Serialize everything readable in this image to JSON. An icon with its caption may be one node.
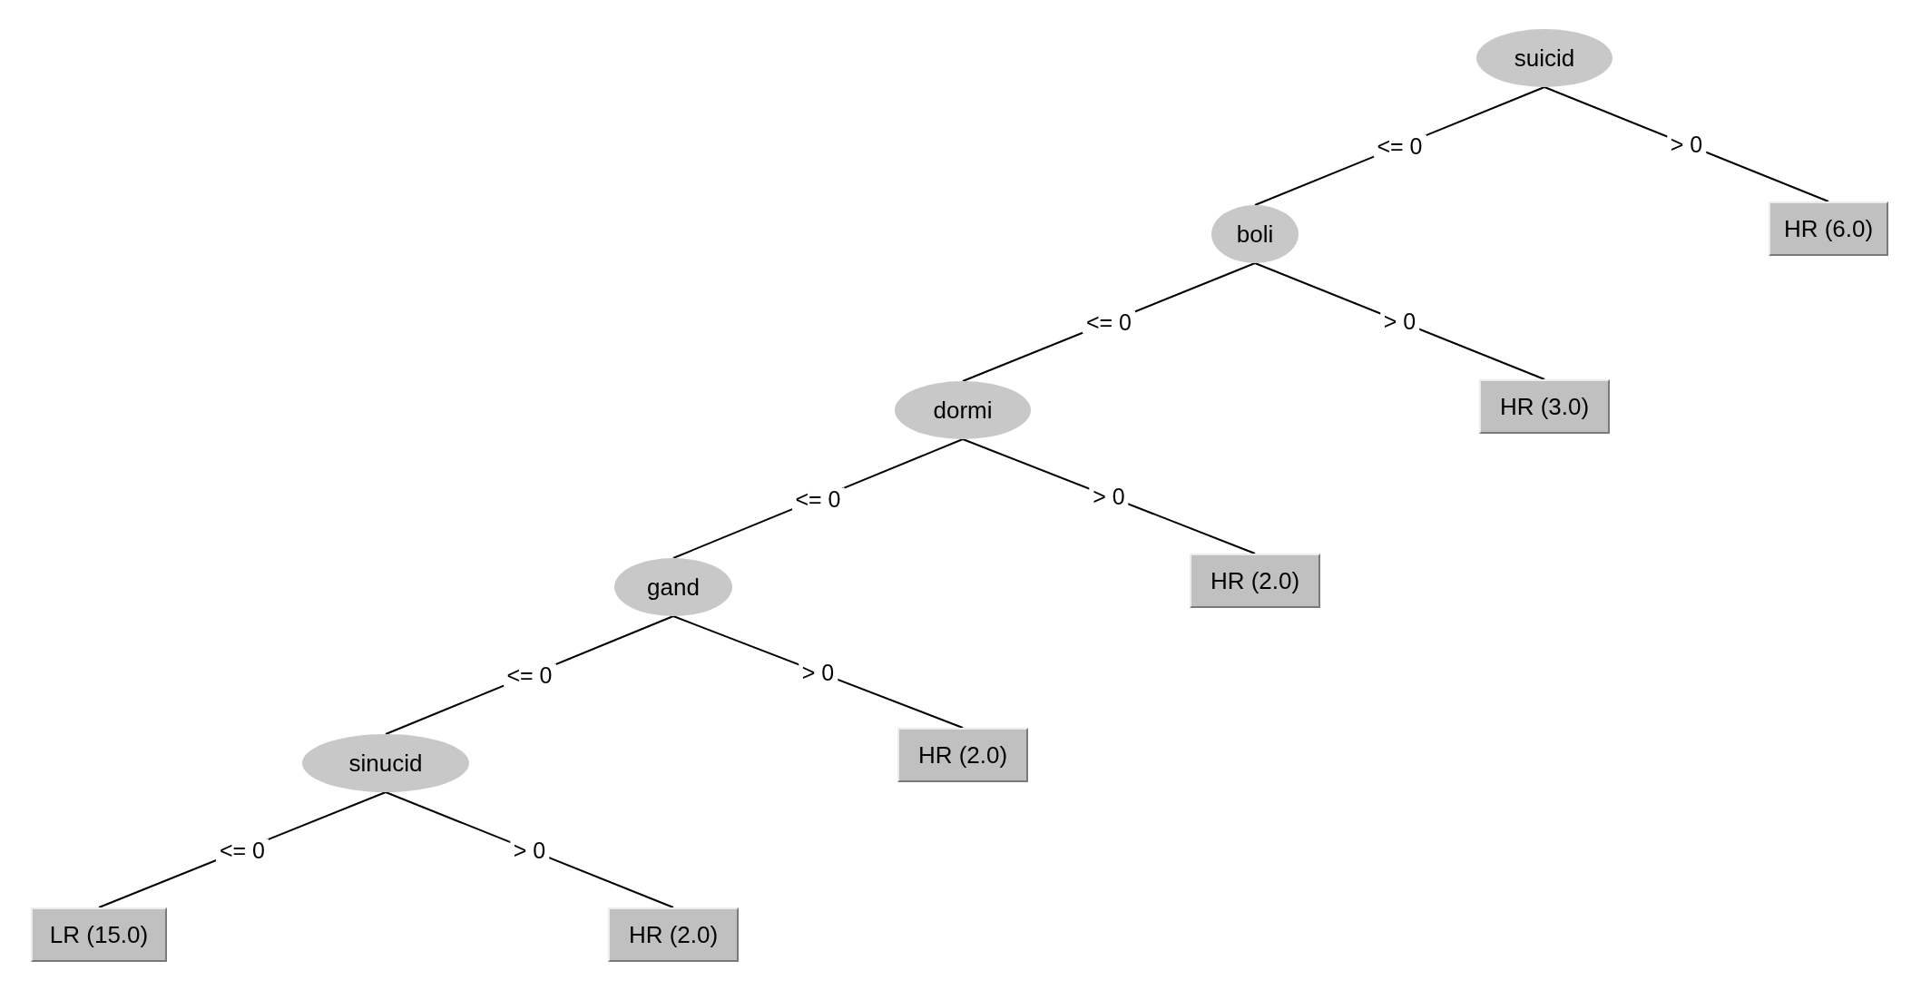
{
  "diagram": {
    "nodes": [
      {
        "text": [
          "suicid"
        ]
      },
      {
        "text": [
          "boli"
        ]
      },
      {
        "text": [
          "HR (6.0)"
        ]
      },
      {
        "text": [
          "dormi"
        ]
      },
      {
        "text": [
          "HR (3.0)"
        ]
      },
      {
        "text": [
          "gand"
        ]
      },
      {
        "text": [
          "HR (2.0)"
        ]
      },
      {
        "text": [
          "sinucid"
        ]
      },
      {
        "text": [
          "HR (2.0)"
        ]
      },
      {
        "text": [
          "LR (15.0)"
        ]
      },
      {
        "text": [
          "HR (2.0)"
        ]
      }
    ],
    "edges": [
      {
        "from": 0,
        "to": 1,
        "arrow": "none",
        "label": "<= 0"
      },
      {
        "from": 0,
        "to": 2,
        "arrow": "none",
        "label": "> 0"
      },
      {
        "from": 1,
        "to": 3,
        "arrow": "none",
        "label": "<= 0"
      },
      {
        "from": 1,
        "to": 4,
        "arrow": "none",
        "label": "> 0"
      },
      {
        "from": 3,
        "to": 5,
        "arrow": "none",
        "label": "<= 0"
      },
      {
        "from": 3,
        "to": 6,
        "arrow": "none",
        "label": "> 0"
      },
      {
        "from": 5,
        "to": 7,
        "arrow": "none",
        "label": "<= 0"
      },
      {
        "from": 5,
        "to": 8,
        "arrow": "none",
        "label": "> 0"
      },
      {
        "from": 7,
        "to": 9,
        "arrow": "none",
        "label": "<= 0"
      },
      {
        "from": 7,
        "to": 10,
        "arrow": "none",
        "label": "> 0"
      }
    ]
  }
}
